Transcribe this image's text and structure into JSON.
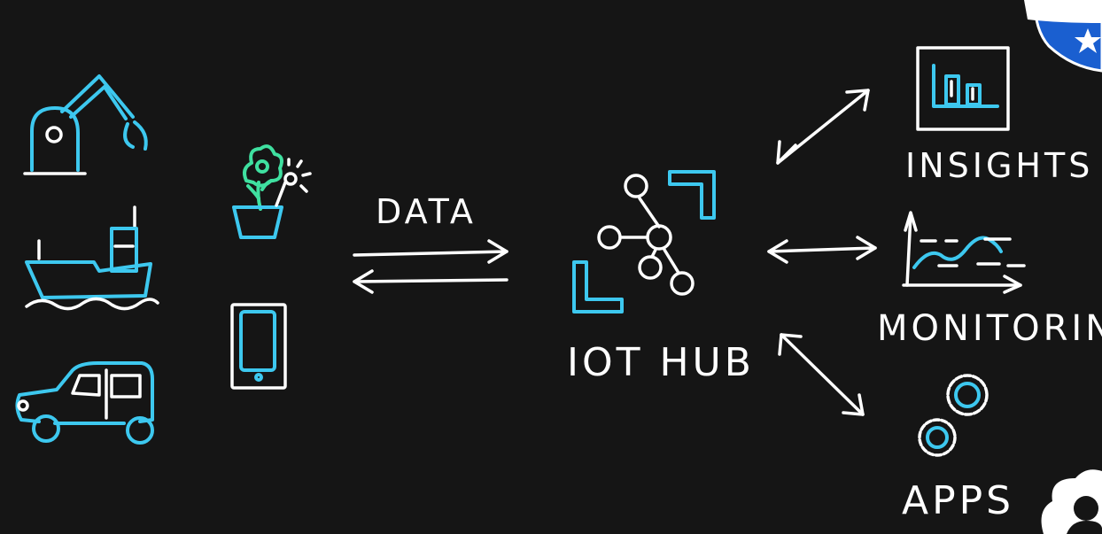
{
  "labels": {
    "data": "DATA",
    "hub": "IOT HUB",
    "insights": "INSIGHTS",
    "monitoring": "MONITORING",
    "apps": "APPS"
  },
  "colors": {
    "background": "#151515",
    "stroke": "#ffffff",
    "accent_blue": "#3dc8ef",
    "accent_green": "#3fe0a0",
    "badge_blue": "#1a5fd0"
  },
  "icons": {
    "devices": [
      "robot-arm-icon",
      "ship-icon",
      "car-icon",
      "flower-sensor-icon",
      "phone-icon"
    ],
    "hub": "hub-network-icon",
    "outputs": [
      "bar-chart-icon",
      "line-chart-icon",
      "gears-icon"
    ],
    "corner": [
      "badge-star-icon",
      "avatar-icon"
    ]
  }
}
